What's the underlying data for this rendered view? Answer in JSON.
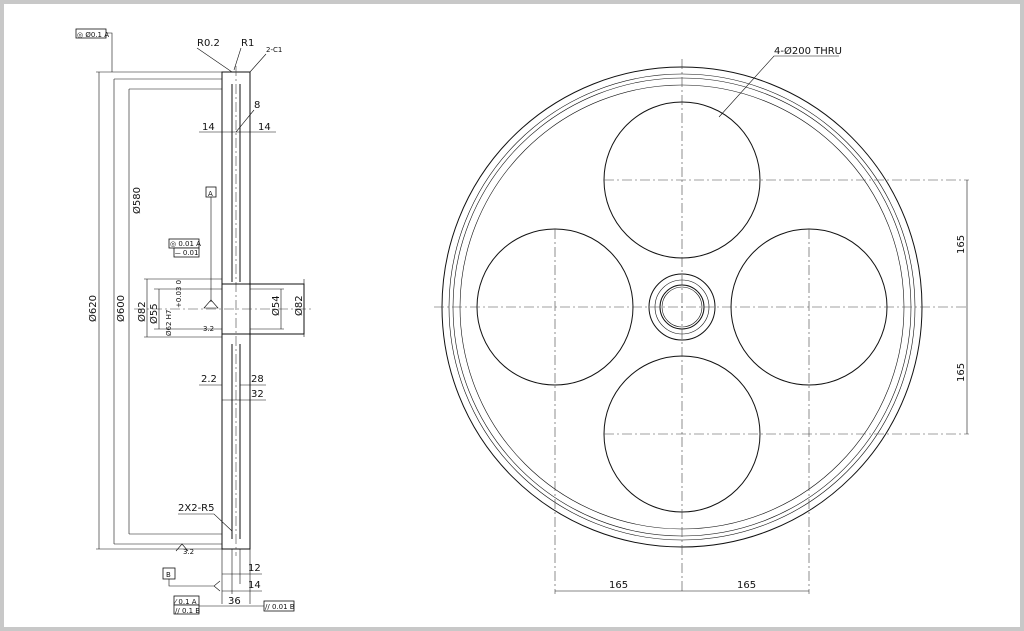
{
  "side_view": {
    "runout_top": "◎ Ø0.1 A",
    "r02": "R0.2",
    "r1": "R1",
    "chamfer": "2-C1",
    "web_thk": "8",
    "web_left": "14",
    "web_right": "14",
    "datum_a": "A",
    "gdt_bore_1": "◎ 0.01 A",
    "gdt_bore_2": "⏤ 0.01",
    "d620": "Ø620",
    "d600": "Ø600",
    "d580": "Ø580",
    "d82_left": "Ø82",
    "d55": "Ø55",
    "d62": "Ø62 H7",
    "tol": "+0.03 0",
    "d54": "Ø54",
    "d82_right": "Ø82",
    "rough_bore": "3.2",
    "d22": "2.2",
    "d28": "28",
    "d32": "32",
    "fillet": "2X2-R5",
    "rough_rim": "3.2",
    "datum_b": "B",
    "d12": "12",
    "d14": "14",
    "d36": "36",
    "gdt_face_1": "⁄ 0.1 A",
    "gdt_face_2": "// 0.1 B",
    "gdt_right": "// 0.01 B"
  },
  "front_view": {
    "hole_callout": "4-Ø200 THRU",
    "dim_v_top": "165",
    "dim_v_bottom": "165",
    "dim_h_left": "165",
    "dim_h_right": "165"
  }
}
